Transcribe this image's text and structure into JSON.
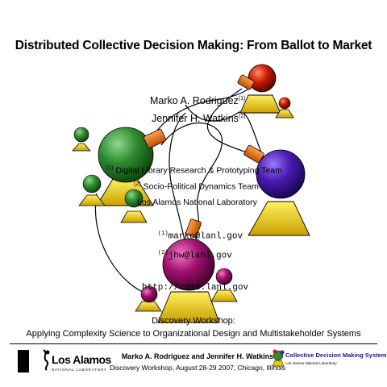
{
  "title": "Distributed Collective Decision Making: From Ballot to Market",
  "authors": [
    {
      "name": "Marko A. Rodriguez",
      "mark": "(1)"
    },
    {
      "name": "Jennifer H. Watkins",
      "mark": "(2)"
    }
  ],
  "affiliations": [
    {
      "mark": "(1)",
      "text": "Digital Library Research & Prototyping Team"
    },
    {
      "mark": "(2)",
      "text": "Socio-Political Dynamics Team"
    },
    {
      "mark": "",
      "text": "Los Alamos National Laboratory"
    }
  ],
  "emails": [
    {
      "mark": "(1)",
      "text": "marko@lanl.gov"
    },
    {
      "mark": "(2)",
      "text": "jhw@lanl.gov"
    }
  ],
  "url": "http://cdms.lanl.gov",
  "workshop": {
    "line1": "Discovery Workshop:",
    "line2": "Applying Complexity Science to Organizational Design and Multistakeholder Systems"
  },
  "footer": {
    "authors": "Marko A. Rodriguez and Jennifer H. Watkins",
    "event": "Discovery Workshop, August 28-29 2007, Chicago, Illinois",
    "lanl_name": "Los Alamos",
    "lanl_sub": "NATIONAL LABORATORY",
    "cdms_title": "Collective Decision Making Systems",
    "cdms_sub": "Los Alamos National Laboratory"
  },
  "colors": {
    "green": "#2e8b2e",
    "red": "#cc1a00",
    "purple": "#4a1ab0",
    "magenta": "#a0106e",
    "gold": "#e8c800",
    "orange": "#e86e00"
  }
}
